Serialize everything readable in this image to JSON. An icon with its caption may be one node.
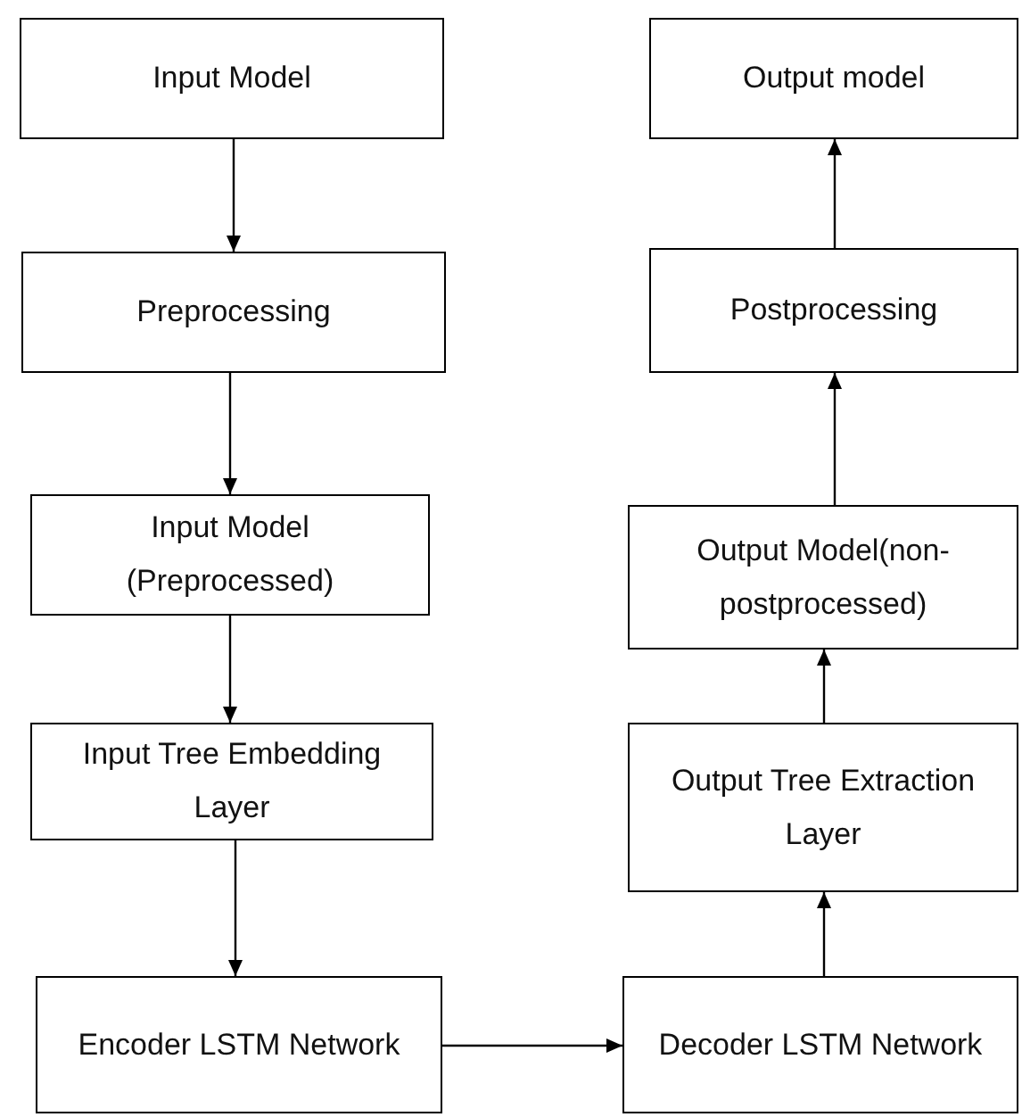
{
  "diagram": {
    "nodes": [
      {
        "text": [
          "Input Model"
        ]
      },
      {
        "text": [
          "Preprocessing"
        ]
      },
      {
        "text": [
          "Input Model (Preprocessed)"
        ]
      },
      {
        "text": [
          "Input Tree Embedding Layer"
        ]
      },
      {
        "text": [
          "Encoder LSTM Network"
        ]
      },
      {
        "text": [
          "Decoder LSTM Network"
        ]
      },
      {
        "text": [
          "Output Tree Extraction Layer"
        ]
      },
      {
        "text": [
          "Output Model(non-postprocessed)"
        ]
      },
      {
        "text": [
          "Postprocessing"
        ]
      },
      {
        "text": [
          "Output model"
        ]
      }
    ],
    "edges": [
      {
        "from": 0,
        "to": 1,
        "arrow": "to"
      },
      {
        "from": 1,
        "to": 2,
        "arrow": "to"
      },
      {
        "from": 2,
        "to": 3,
        "arrow": "to"
      },
      {
        "from": 3,
        "to": 4,
        "arrow": "to"
      },
      {
        "from": 4,
        "to": 5,
        "arrow": "to"
      },
      {
        "from": 5,
        "to": 6,
        "arrow": "to"
      },
      {
        "from": 6,
        "to": 7,
        "arrow": "to"
      },
      {
        "from": 7,
        "to": 8,
        "arrow": "to"
      },
      {
        "from": 8,
        "to": 9,
        "arrow": "to"
      }
    ]
  }
}
